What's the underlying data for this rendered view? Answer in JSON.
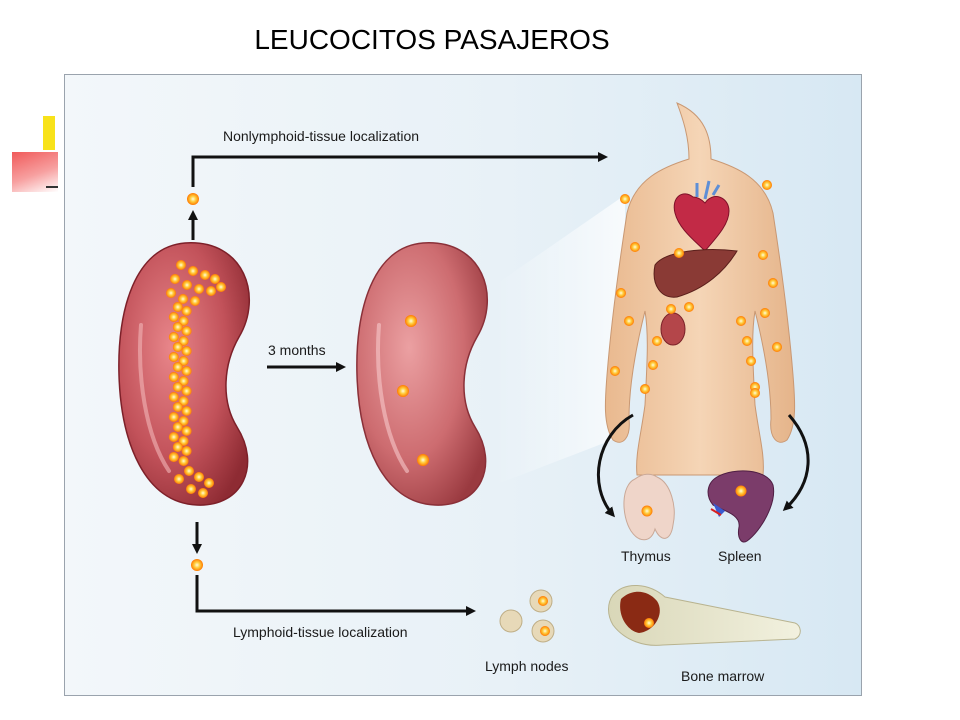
{
  "slide": {
    "title": "LEUCOCITOS PASAJEROS"
  },
  "diagram": {
    "top_path_label": "Nonlymphoid-tissue localization",
    "bottom_path_label": "Lymphoid-tissue localization",
    "time_label": "3 months",
    "organs": {
      "thymus": "Thymus",
      "spleen": "Spleen",
      "lymph_nodes": "Lymph nodes",
      "bone_marrow": "Bone marrow"
    }
  },
  "colors": {
    "kidney": "#b8434b",
    "leukocyte": "#ffb21f",
    "arrow": "#111111",
    "skin": "#f0c9a3"
  }
}
